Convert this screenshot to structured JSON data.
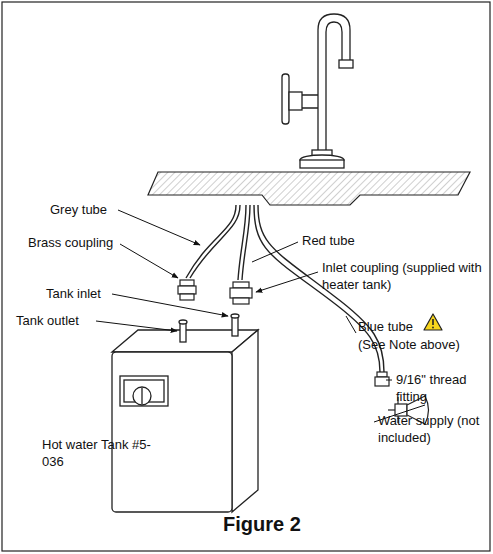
{
  "diagram": {
    "caption": "Figure 2",
    "labels": [
      "Grey tube",
      "Brass coupling",
      "Tank inlet",
      "Tank outlet",
      "Red tube",
      "Inlet coupling (supplied with heater tank)",
      "Blue tube",
      "(See Note above)",
      "9/16\" thread fitting",
      "Water supply (not included)",
      "Hot water Tank #5-036"
    ]
  }
}
